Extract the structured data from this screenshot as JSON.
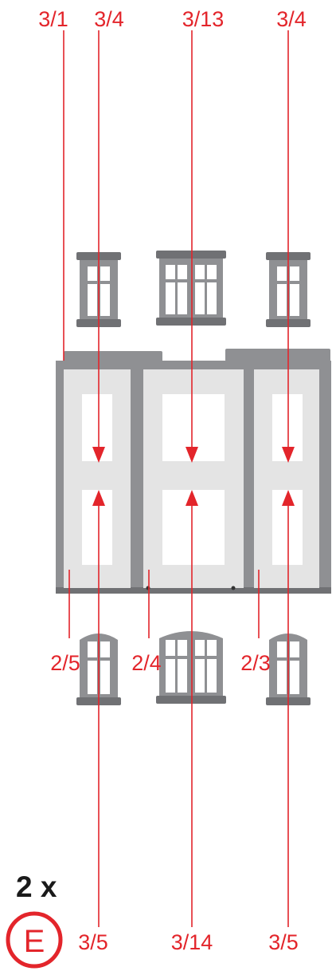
{
  "labels": {
    "top": [
      "3/1",
      "3/4",
      "3/13",
      "3/4"
    ],
    "middle": [
      "2/5",
      "2/4",
      "2/3"
    ],
    "bottom": [
      "3/5",
      "3/14",
      "3/5"
    ]
  },
  "quantity": "2 x",
  "badge": "E",
  "colors": {
    "accent": "#e3252b",
    "part": "#8f9093",
    "panel": "#e4e4e4"
  }
}
